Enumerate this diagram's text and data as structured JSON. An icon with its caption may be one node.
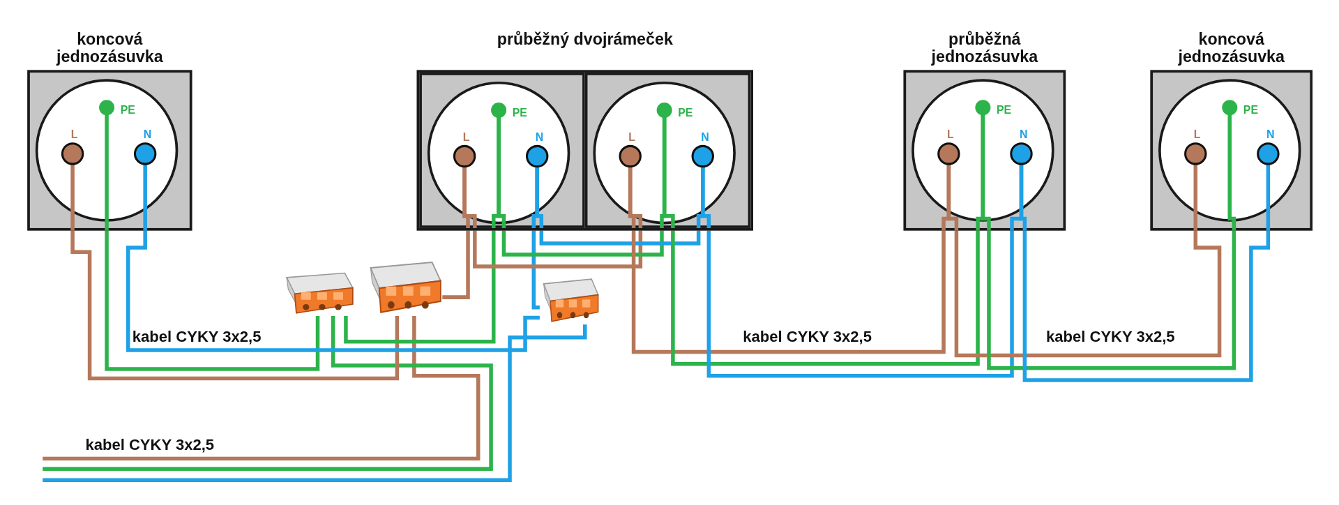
{
  "diagram": {
    "nodes": [
      {
        "text": [
          "koncová jednozásuvka",
          "L",
          "PE",
          "N"
        ]
      },
      {
        "text": [
          "průběžný dvojrámeček"
        ]
      },
      {
        "text": [
          "L",
          "PE",
          "N"
        ],
        "in": 1
      },
      {
        "text": [
          "L",
          "PE",
          "N"
        ],
        "in": 1
      },
      {
        "text": [
          "průběžná jednozásuvka",
          "L",
          "PE",
          "N"
        ]
      },
      {
        "text": [
          "koncová jednozásuvka",
          "L",
          "PE",
          "N"
        ]
      },
      {
        "text": [],
        "shape": "picture"
      },
      {
        "text": [],
        "shape": "picture"
      },
      {
        "text": [],
        "shape": "picture"
      }
    ],
    "edges": [
      {
        "from": null,
        "to": 7,
        "arrow": "none",
        "color": "#b5785a"
      },
      {
        "from": null,
        "to": 6,
        "arrow": "none",
        "color": "#2cb34a"
      },
      {
        "from": null,
        "to": 8,
        "arrow": "none",
        "color": "#1ea1e6"
      },
      {
        "from": 0,
        "to": 7,
        "arrow": "none",
        "color": "#b5785a"
      },
      {
        "from": 0,
        "to": 6,
        "arrow": "none",
        "color": "#2cb34a"
      },
      {
        "from": 0,
        "to": 8,
        "arrow": "none",
        "color": "#1ea1e6"
      },
      {
        "from": 2,
        "to": 7,
        "arrow": "none",
        "color": "#b5785a"
      },
      {
        "from": 2,
        "to": 6,
        "arrow": "none",
        "color": "#2cb34a"
      },
      {
        "from": 2,
        "to": 8,
        "arrow": "none",
        "color": "#1ea1e6"
      },
      {
        "from": 2,
        "to": 3,
        "arrow": "none",
        "color": "#b5785a"
      },
      {
        "from": 2,
        "to": 3,
        "arrow": "none",
        "color": "#2cb34a"
      },
      {
        "from": 2,
        "to": 3,
        "arrow": "none",
        "color": "#1ea1e6"
      },
      {
        "from": 3,
        "to": 4,
        "arrow": "none",
        "color": "#b5785a"
      },
      {
        "from": 3,
        "to": 4,
        "arrow": "none",
        "color": "#2cb34a"
      },
      {
        "from": 3,
        "to": 4,
        "arrow": "none",
        "color": "#1ea1e6"
      },
      {
        "from": 4,
        "to": 5,
        "arrow": "none",
        "color": "#b5785a"
      },
      {
        "from": 4,
        "to": 5,
        "arrow": "none",
        "color": "#2cb34a"
      },
      {
        "from": 4,
        "to": 5,
        "arrow": "none",
        "color": "#1ea1e6"
      }
    ],
    "labels": [
      "kabel CYKY 3x2,5",
      "kabel CYKY 3x2,5",
      "kabel CYKY 3x2,5",
      "kabel CYKY 3x2,5"
    ]
  }
}
